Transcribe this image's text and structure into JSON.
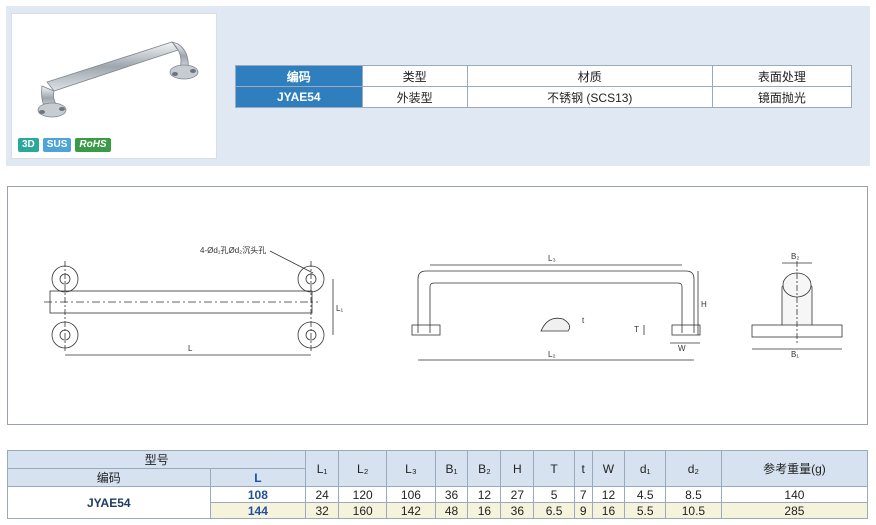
{
  "spec": {
    "headers": [
      "编码",
      "类型",
      "材质",
      "表面处理"
    ],
    "values": [
      "JYAE54",
      "外装型",
      "不锈钢 (SCS13)",
      "镜面抛光"
    ]
  },
  "badges": [
    "3D",
    "SUS",
    "RoHS"
  ],
  "drawing": {
    "hole_callout": "4-Ød₁孔Ød₂沉头孔",
    "labels": {
      "L": "L",
      "L1": "L₁",
      "L2": "L₂",
      "L3": "L₃",
      "H": "H",
      "T": "T",
      "t": "t",
      "W": "W",
      "B1": "B₁",
      "B2": "B₂"
    }
  },
  "table": {
    "group_header": "型号",
    "sub_headers": [
      "编码",
      "L"
    ],
    "columns": [
      "L₁",
      "L₂",
      "L₃",
      "B₁",
      "B₂",
      "H",
      "T",
      "t",
      "W",
      "d₁",
      "d₂",
      "参考重量(g)"
    ],
    "model": "JYAE54",
    "rows": [
      {
        "L": "108",
        "cells": [
          "24",
          "120",
          "106",
          "36",
          "12",
          "27",
          "5",
          "7",
          "12",
          "4.5",
          "8.5",
          "140"
        ]
      },
      {
        "L": "144",
        "cells": [
          "32",
          "160",
          "142",
          "48",
          "16",
          "36",
          "6.5",
          "9",
          "16",
          "5.5",
          "10.5",
          "285"
        ]
      }
    ]
  }
}
